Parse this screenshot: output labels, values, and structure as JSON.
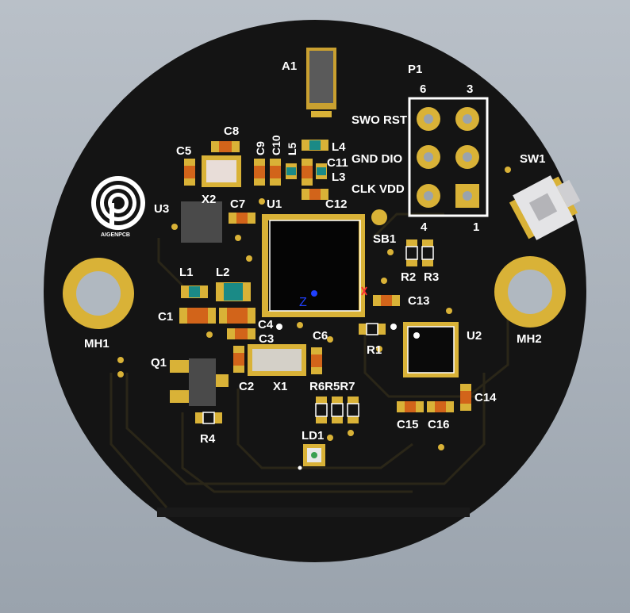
{
  "colors": {
    "background": "#aab2bb",
    "board": "#141414",
    "trace": "#2a2618",
    "gold": "#d9b237",
    "silkscreen": "#ffffff",
    "capacitor": "#d2641a",
    "inductor": "#1a8a86",
    "crystal": "#c8c6c0",
    "chip": "#050505"
  },
  "silkscreen": {
    "a1": "A1",
    "p1": "P1",
    "pin6": "6",
    "pin3": "3",
    "pin4": "4",
    "pin1": "1",
    "swo_rst": "SWO RST",
    "gnd_dio": "GND DIO",
    "clk_vdd": "CLK VDD",
    "sw1": "SW1",
    "c8": "C8",
    "c5": "C5",
    "c9": "C9",
    "c10": "C10",
    "l5": "L5",
    "l4": "L4",
    "c11": "C11",
    "l3": "L3",
    "x2": "X2",
    "u3": "U3",
    "c7": "C7",
    "u1": "U1",
    "c12": "C12",
    "sb1": "SB1",
    "r2": "R2",
    "r3": "R3",
    "l1": "L1",
    "l2": "L2",
    "c1": "C1",
    "c4": "C4",
    "c13": "C13",
    "mh1": "MH1",
    "mh2": "MH2",
    "c3": "C3",
    "c6": "C6",
    "r1": "R1",
    "u2": "U2",
    "q1": "Q1",
    "c2": "C2",
    "x1": "X1",
    "r6r5r7": "R6R5R7",
    "c14": "C14",
    "c15": "C15",
    "c16": "C16",
    "r4": "R4",
    "ld1": "LD1",
    "logo": "AIGENPCB",
    "axis_z": "Z"
  }
}
